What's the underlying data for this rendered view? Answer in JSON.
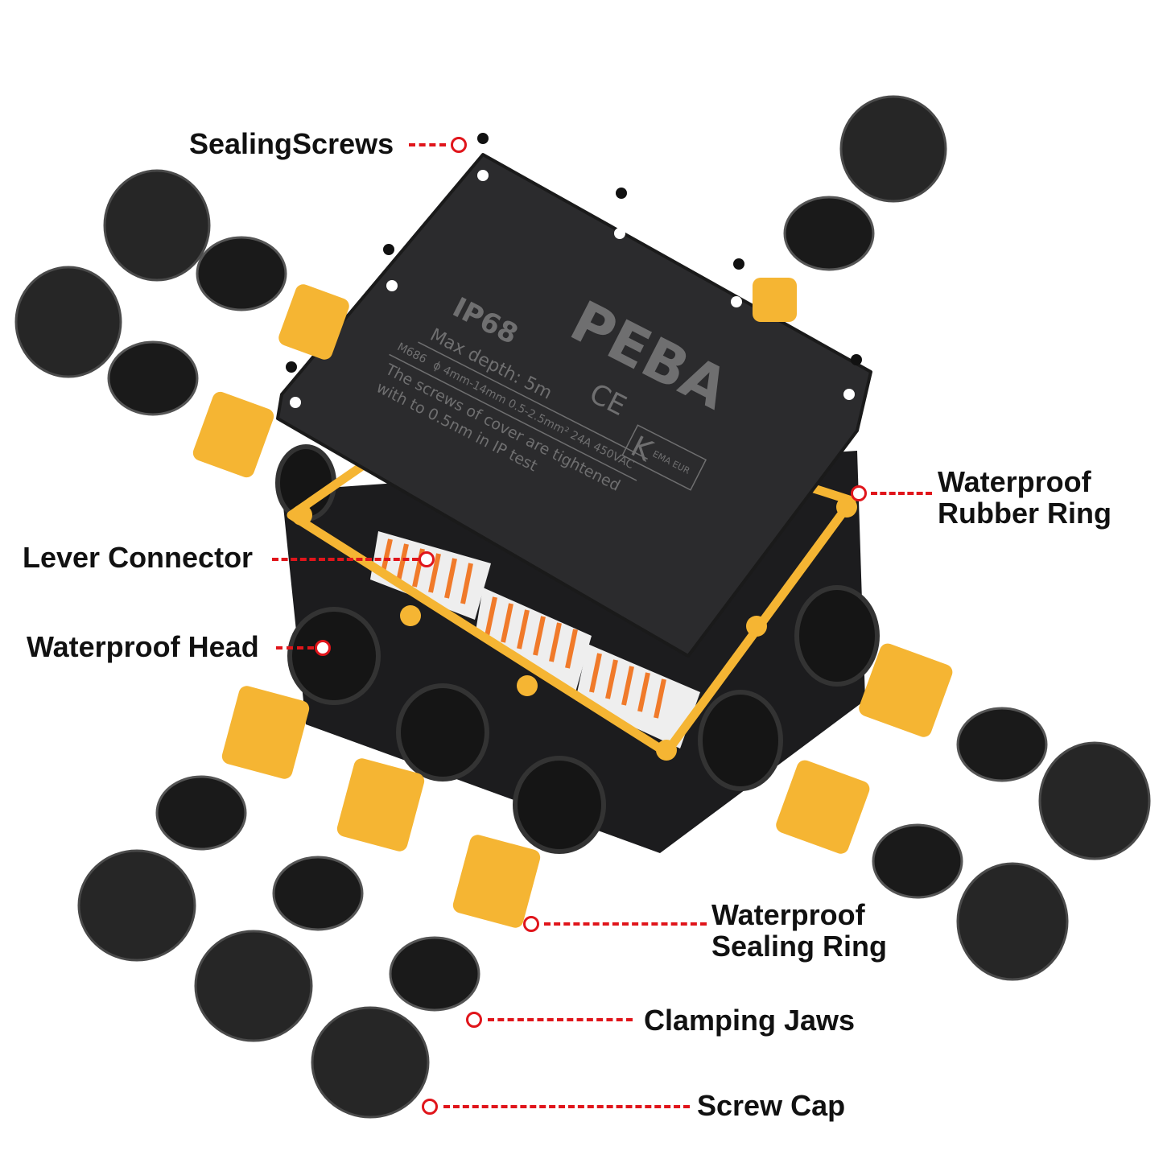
{
  "labels": {
    "sealing_screws": "SealingScrews",
    "rubber_ring_1": "Waterproof",
    "rubber_ring_2": "Rubber Ring",
    "lever_connector": "Lever Connector",
    "waterproof_head": "Waterproof Head",
    "sealing_ring_1": "Waterproof",
    "sealing_ring_2": "Sealing Ring",
    "clamping_jaws": "Clamping Jaws",
    "screw_cap": "Screw Cap"
  },
  "cover": {
    "brand": "PEBA",
    "rating": "IP68",
    "depth": "Max depth: 5m",
    "model": "M686",
    "specs": "ϕ 4mm-14mm   0.5-2.5mm²   24A   450VAC",
    "ce": "CE",
    "kema_k": "K",
    "kema_text": "EMA EUR",
    "note_1": "The screws of cover are tightened",
    "note_2": "with to 0.5nm in IP test"
  },
  "colors": {
    "accent": "#e0151b",
    "gasket": "#f5b533",
    "body": "#1c1c1e",
    "cover": "#2b2b2d",
    "lever": "#f07a2a"
  }
}
